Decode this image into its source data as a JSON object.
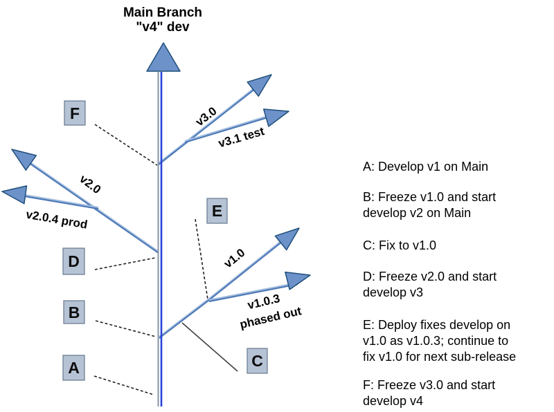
{
  "title": "Main Branch\n\"v4\" dev",
  "branch_labels": {
    "v3_0": "v3.0",
    "v3_1": "v3.1 test",
    "v2_0": "v2.0",
    "v2_0_4": "v2.0.4 prod",
    "v1_0": "v1.0",
    "v1_0_3_line1": "v1.0.3",
    "v1_0_3_line2": "phased out"
  },
  "markers": {
    "a": "A",
    "b": "B",
    "c": "C",
    "d": "D",
    "e": "E",
    "f": "F"
  },
  "legend": {
    "a": "A: Develop v1 on Main",
    "b": "B: Freeze v1.0 and start\ndevelop v2 on Main",
    "c": "C: Fix to v1.0",
    "d": "D: Freeze v2.0 and start\ndevelop v3",
    "e": "E: Deploy fixes develop on\nv1.0 as v1.0.3; continue to\nfix v1.0 for next sub-release",
    "f": "F: Freeze v3.0 and start\ndevelop v4"
  },
  "colors": {
    "arrow_fill": "#6d92ca",
    "arrow_stroke": "#1f4e79",
    "trunk_blue": "#2743d8",
    "trunk_gray": "#8494aa",
    "branch_light": "#a8c0e0",
    "branch_steel": "#4e7ab8",
    "marker_box_fill": "#b6c3d4",
    "text": "#000000"
  }
}
